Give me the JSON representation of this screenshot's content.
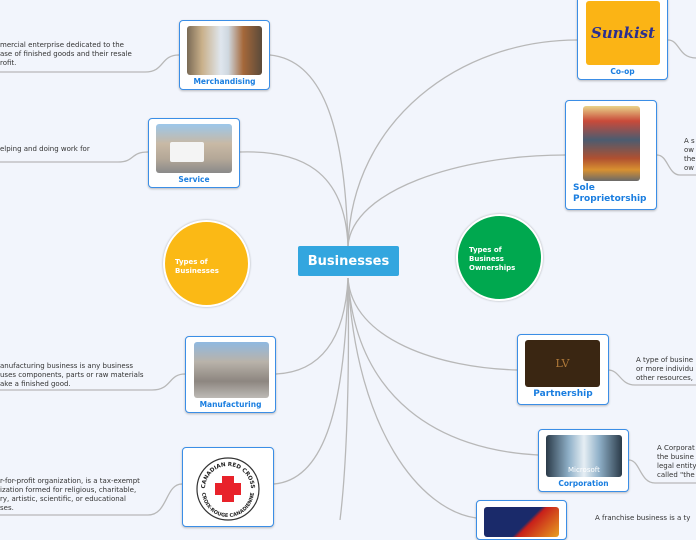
{
  "central": {
    "title": "Businesses"
  },
  "groups": {
    "types_of_businesses": "Types of Businesses",
    "types_of_ownerships": "Types of Business Ownerships"
  },
  "nodes": {
    "merchandising": {
      "label": "Merchandising",
      "desc": [
        "mercial enterprise dedicated to the",
        "ase of finished goods and their resale",
        "rofit."
      ]
    },
    "service": {
      "label": "Service",
      "desc": [
        "elping and doing work for"
      ]
    },
    "manufacturing": {
      "label": "Manufacturing",
      "desc": [
        "anufacturing business is any business",
        "uses components, parts or raw materials",
        "ake a finished good."
      ]
    },
    "nonprofit": {
      "image_text": [
        "CANADIAN RED CROSS",
        "CROIX-ROUGE CANADIENNE"
      ],
      "desc": [
        "r-for-profit organization, is a tax-exempt",
        "ization formed for religious, charitable,",
        "ry, artistic, scientific, or educational",
        "ses."
      ]
    },
    "coop": {
      "label": "Co-op",
      "image_text": "Sunkist"
    },
    "sole": {
      "label": "Sole Proprietorship",
      "desc": [
        "A s",
        "ow",
        "the",
        "ow"
      ]
    },
    "partnership": {
      "label": "Partnership",
      "desc": [
        "A type of busine",
        "or more individu",
        "other resources,"
      ]
    },
    "corporation": {
      "label": "Corporation",
      "image_text": "Microsoft",
      "desc": [
        "A Corporat",
        "the busine",
        "legal entity",
        "called \"the"
      ]
    },
    "franchise": {
      "desc": [
        "A franchise business is a ty"
      ]
    }
  },
  "colors": {
    "central": "#33a6df",
    "yellow": "#fbb915",
    "green": "#00a84f",
    "accent": "#1a7ee0"
  }
}
